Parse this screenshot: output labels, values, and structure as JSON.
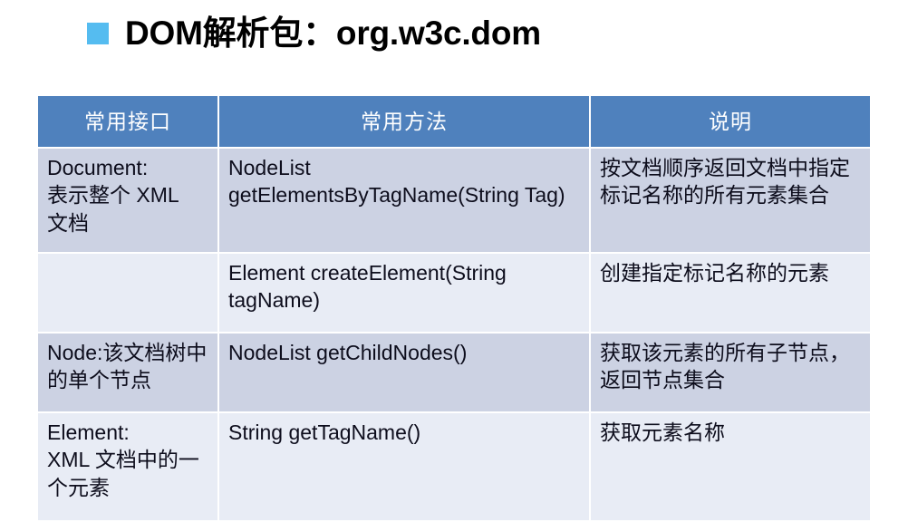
{
  "slide": {
    "title": "DOM解析包：org.w3c.dom",
    "bullet_icon": "square-bullet-icon",
    "bullet_color": "#55bcf0",
    "title_color": "#000000"
  },
  "table": {
    "header_bg": "#4f81bd",
    "header_text_color": "#ffffff",
    "row_band_dark": "#ccd2e3",
    "row_band_light": "#e8ecf5",
    "border_color": "#ffffff",
    "columns": [
      "常用接口",
      "常用方法",
      "说明"
    ],
    "rows": [
      {
        "band": "dark",
        "interface": "Document:\n表示整个 XML\n文档",
        "method": "NodeList\ngetElementsByTagName(String Tag)",
        "description": "按文档顺序返回文档中指定标记名称的所有元素集合"
      },
      {
        "band": "light",
        "interface": "",
        "method": "Element createElement(String tagName)",
        "description": "创建指定标记名称的元素"
      },
      {
        "band": "dark",
        "interface": "Node:该文档树中的单个节点",
        "method": "NodeList getChildNodes()",
        "description": "获取该元素的所有子节点，返回节点集合"
      },
      {
        "band": "light",
        "interface": "Element:\nXML 文档中的一个元素",
        "method": "String getTagName()",
        "description": "获取元素名称"
      }
    ]
  }
}
